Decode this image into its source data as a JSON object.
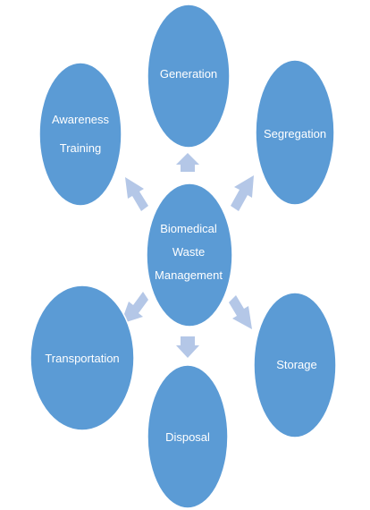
{
  "colors": {
    "node_fill": "#5b9bd5",
    "node_stroke": "#ffffff",
    "arrow_fill": "#b4c7e7",
    "label_text": "#ffffff",
    "background": "#ffffff"
  },
  "diagram": {
    "center": {
      "lines": [
        "Biomedical",
        "Waste",
        "Management"
      ]
    },
    "nodes": {
      "generation": {
        "lines": [
          "Generation"
        ]
      },
      "segregation": {
        "lines": [
          "Segregation"
        ]
      },
      "storage": {
        "lines": [
          "Storage"
        ]
      },
      "disposal": {
        "lines": [
          "Disposal"
        ]
      },
      "transportation": {
        "lines": [
          "Transportation"
        ]
      },
      "awareness_training": {
        "lines": [
          "Awareness",
          "Training"
        ]
      }
    }
  }
}
